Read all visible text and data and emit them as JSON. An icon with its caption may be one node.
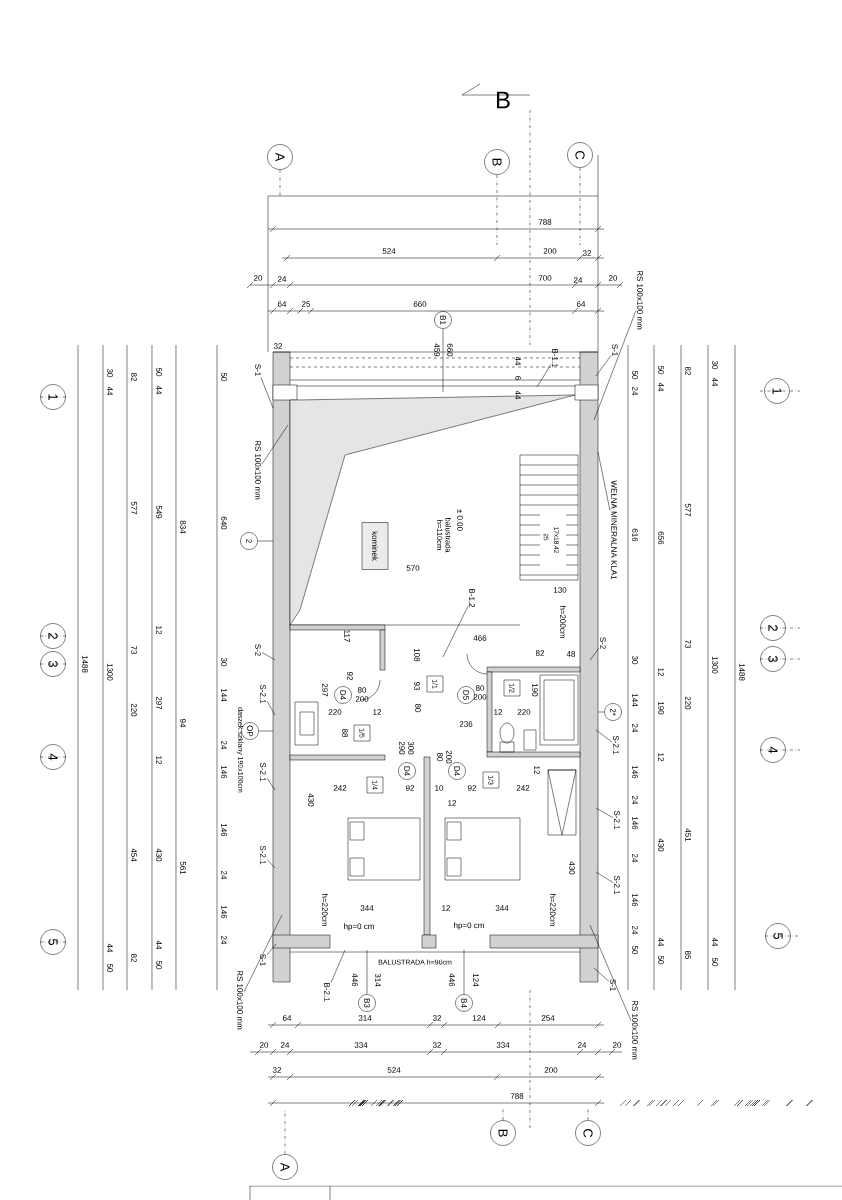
{
  "diagram": {
    "nodes": [
      {
        "text": [
          "A"
        ]
      },
      {
        "text": [
          "B"
        ]
      },
      {
        "text": [
          "C"
        ]
      },
      {
        "text": [
          "1"
        ]
      },
      {
        "text": [
          "2"
        ]
      },
      {
        "text": [
          "3"
        ]
      },
      {
        "text": [
          "4"
        ]
      },
      {
        "text": [
          "5"
        ]
      },
      {
        "text": [
          "1"
        ]
      },
      {
        "text": [
          "2"
        ]
      },
      {
        "text": [
          "3"
        ]
      },
      {
        "text": [
          "4"
        ]
      },
      {
        "text": [
          "5"
        ]
      },
      {
        "text": [
          "B1"
        ]
      },
      {
        "text": [
          "2"
        ]
      },
      {
        "text": [
          "kominek"
        ]
      },
      {
        "text": [
          "D4"
        ]
      },
      {
        "text": [
          "D5"
        ]
      },
      {
        "text": [
          "1/1"
        ]
      },
      {
        "text": [
          "1/2"
        ]
      },
      {
        "text": [
          "1/5"
        ]
      },
      {
        "text": [
          "OP"
        ]
      },
      {
        "text": [
          "2*"
        ]
      },
      {
        "text": [
          "D4"
        ]
      },
      {
        "text": [
          "D4"
        ]
      },
      {
        "text": [
          "1/4"
        ]
      },
      {
        "text": [
          "1/3"
        ]
      },
      {
        "text": [
          "B3"
        ]
      },
      {
        "text": [
          "B4"
        ]
      },
      {
        "text": [
          "A"
        ]
      },
      {
        "text": [
          "B"
        ]
      },
      {
        "text": [
          "C"
        ]
      },
      {
        "text": [
          "S-1"
        ]
      },
      {
        "text": [
          "RS 100x100 mm"
        ]
      },
      {
        "text": [
          "B-1.1"
        ]
      },
      {
        "text": [
          "S-1"
        ]
      },
      {
        "text": [
          "RS 100x100 mm"
        ]
      },
      {
        "text": [
          "WEŁNA MINERALNA KLA1"
        ]
      },
      {
        "text": [
          "B-1.2"
        ]
      },
      {
        "text": [
          "S-2"
        ]
      },
      {
        "text": [
          "S-2.1"
        ]
      },
      {
        "text": [
          "S-2.1"
        ]
      },
      {
        "text": [
          "S-2.1"
        ]
      },
      {
        "text": [
          "S-2"
        ]
      },
      {
        "text": [
          "S-2.1"
        ]
      },
      {
        "text": [
          "S-2.1"
        ]
      },
      {
        "text": [
          "S-2.1"
        ]
      },
      {
        "text": [
          "S-1"
        ]
      },
      {
        "text": [
          "RS 100x100 mm"
        ]
      },
      {
        "text": [
          "B-2.1"
        ]
      },
      {
        "text": [
          "S-1"
        ]
      },
      {
        "text": [
          "RS 100x100 mm"
        ]
      }
    ],
    "edges": [
      {
        "from": 13,
        "to": null,
        "arrow": "none"
      },
      {
        "from": 14,
        "to": null,
        "arrow": "none"
      },
      {
        "from": 21,
        "to": null,
        "arrow": "none"
      },
      {
        "from": 22,
        "to": null,
        "arrow": "none"
      },
      {
        "from": 27,
        "to": null,
        "arrow": "none"
      },
      {
        "from": 28,
        "to": null,
        "arrow": "none"
      },
      {
        "from": 32,
        "to": null,
        "arrow": "none"
      },
      {
        "from": 33,
        "to": null,
        "arrow": "none"
      },
      {
        "from": 34,
        "to": null,
        "arrow": "none"
      },
      {
        "from": 35,
        "to": null,
        "arrow": "none"
      },
      {
        "from": 36,
        "to": null,
        "arrow": "none"
      },
      {
        "from": 37,
        "to": null,
        "arrow": "none"
      },
      {
        "from": 38,
        "to": null,
        "arrow": "none"
      },
      {
        "from": 39,
        "to": null,
        "arrow": "none"
      },
      {
        "from": 40,
        "to": null,
        "arrow": "none"
      },
      {
        "from": 41,
        "to": null,
        "arrow": "none"
      },
      {
        "from": 42,
        "to": null,
        "arrow": "none"
      },
      {
        "from": 43,
        "to": null,
        "arrow": "none"
      },
      {
        "from": 44,
        "to": null,
        "arrow": "none"
      },
      {
        "from": 45,
        "to": null,
        "arrow": "none"
      },
      {
        "from": 46,
        "to": null,
        "arrow": "none"
      },
      {
        "from": 47,
        "to": null,
        "arrow": "none"
      },
      {
        "from": 48,
        "to": null,
        "arrow": "none"
      },
      {
        "from": 49,
        "to": null,
        "arrow": "none"
      },
      {
        "from": 50,
        "to": null,
        "arrow": "none"
      },
      {
        "from": 51,
        "to": null,
        "arrow": "none"
      }
    ],
    "labels": [
      "B",
      "788",
      "524",
      "200",
      "32",
      "20",
      "24",
      "700",
      "24",
      "20",
      "64",
      "25",
      "660",
      "64",
      "32",
      "459",
      "660",
      "44",
      "6",
      "44",
      "30",
      "44",
      "82",
      "50",
      "44",
      "50",
      "50",
      "24",
      "50",
      "44",
      "82",
      "30",
      "44",
      "577",
      "549",
      "834",
      "640",
      "12",
      "73",
      "1488",
      "1300",
      "30",
      "297",
      "220",
      "144",
      "94",
      "24",
      "12",
      "146",
      "daszek szklany 190x100cm",
      "454",
      "430",
      "561",
      "146",
      "24",
      "146",
      "24",
      "44",
      "50",
      "82",
      "44",
      "50",
      "616",
      "656",
      "577",
      "73",
      "1300",
      "1488",
      "30",
      "12",
      "144",
      "190",
      "220",
      "24",
      "12",
      "146",
      "24",
      "146",
      "430",
      "451",
      "24",
      "146",
      "24",
      "50",
      "44",
      "50",
      "85",
      "44",
      "50",
      "± 0.00",
      "balustrada h=110cm",
      "17x18,42",
      "25",
      "130",
      "h=200cm",
      "570",
      "466",
      "82",
      "48",
      "117",
      "108",
      "93",
      "80",
      "80",
      "200",
      "12",
      "220",
      "190",
      "236",
      "297",
      "92",
      "80",
      "200",
      "220",
      "12",
      "88",
      "290",
      "300",
      "80",
      "200",
      "242",
      "92",
      "10",
      "12",
      "92",
      "242",
      "12",
      "430",
      "430",
      "344",
      "12",
      "344",
      "hp=0 cm",
      "hp=0 cm",
      "h=220cm",
      "h=220cm",
      "BALUSTRADA h=90cm",
      "446",
      "314",
      "446",
      "124",
      "64",
      "314",
      "32",
      "124",
      "254",
      "20",
      "24",
      "334",
      "32",
      "334",
      "24",
      "20",
      "32",
      "524",
      "200",
      "788"
    ]
  }
}
